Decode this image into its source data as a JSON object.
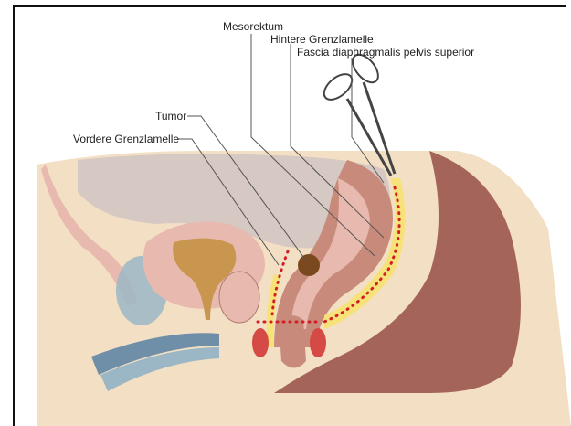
{
  "labels": {
    "mesorektum": "Mesorektum",
    "hintere_grenzlamelle": "Hintere Grenzlamelle",
    "fascia": "Fascia diaphragmalis pelvis superior",
    "tumor": "Tumor",
    "vordere_grenzlamelle": "Vordere Grenzlamelle"
  },
  "colors": {
    "skin": "#f2dfc4",
    "muscle": "#a5645a",
    "bowel": "#c88b7b",
    "bowel_light": "#e8b9ae",
    "bladder": "#c9964f",
    "fascia_yellow": "#f7e27a",
    "dots": "#d21f26",
    "bone_blue": "#9bb7c6",
    "peritoneum": "#d6c8c3",
    "tumor": "#7a4a1e"
  }
}
